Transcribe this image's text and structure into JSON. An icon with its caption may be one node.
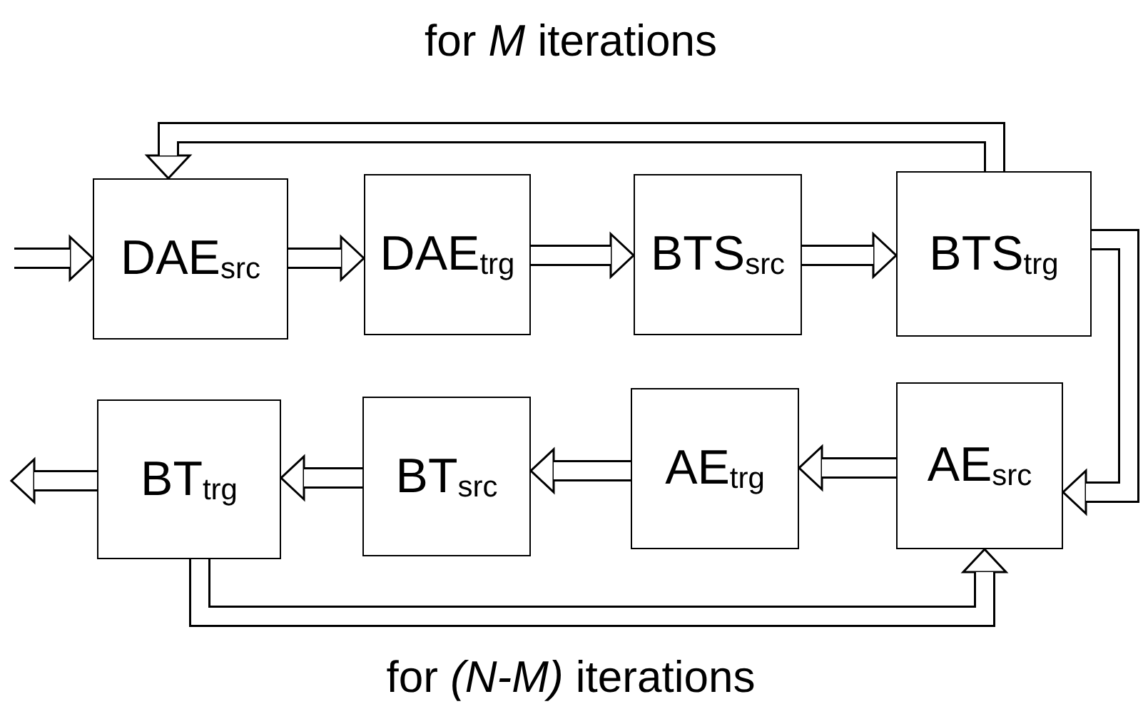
{
  "diagram": {
    "nodes": [
      {
        "text": [
          "DAE$_{src}$"
        ]
      },
      {
        "text": [
          "DAE$_{trg}$"
        ]
      },
      {
        "text": [
          "BTS$_{src}$"
        ]
      },
      {
        "text": [
          "BTS$_{trg}$"
        ]
      },
      {
        "text": [
          "BT$_{trg}$"
        ]
      },
      {
        "text": [
          "BT$_{src}$"
        ]
      },
      {
        "text": [
          "AE$_{trg}$"
        ]
      },
      {
        "text": [
          "AE$_{src}$"
        ]
      }
    ],
    "edges": [
      {
        "from": null,
        "to": 0,
        "arrow": "to"
      },
      {
        "from": 0,
        "to": 1,
        "arrow": "to"
      },
      {
        "from": 1,
        "to": 2,
        "arrow": "to"
      },
      {
        "from": 2,
        "to": 3,
        "arrow": "to"
      },
      {
        "from": 3,
        "to": 0,
        "arrow": "to",
        "label": "for *M* iterations"
      },
      {
        "from": 3,
        "to": 7,
        "arrow": "to"
      },
      {
        "from": 7,
        "to": 6,
        "arrow": "to"
      },
      {
        "from": 6,
        "to": 5,
        "arrow": "to"
      },
      {
        "from": 5,
        "to": 4,
        "arrow": "to"
      },
      {
        "from": 4,
        "to": null,
        "arrow": "to"
      },
      {
        "from": 4,
        "to": 7,
        "arrow": "to",
        "label": "for *(N-M)* iterations"
      }
    ]
  }
}
